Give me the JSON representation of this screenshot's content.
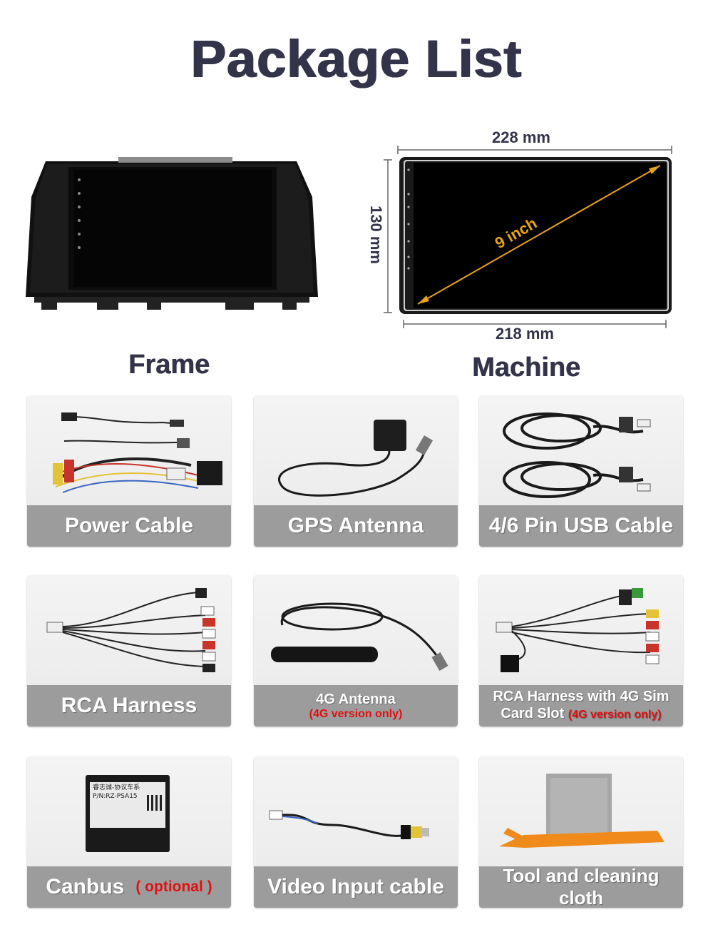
{
  "title": "Package List",
  "hero": {
    "frame_label": "Frame",
    "machine_label": "Machine",
    "dim_top": "228 mm",
    "dim_bottom": "218 mm",
    "dim_side": "130 mm",
    "diagonal": "9 inch",
    "accent_color": "#e8a21a"
  },
  "items": [
    {
      "label": "Power Cable"
    },
    {
      "label": "GPS Antenna"
    },
    {
      "label": "4/6 Pin USB Cable"
    },
    {
      "label": "RCA Harness"
    },
    {
      "label": "4G Antenna",
      "note": "(4G version only)"
    },
    {
      "label_line1": "RCA Harness with 4G Sim",
      "label_line2": "Card Slot",
      "note": "(4G version only)"
    },
    {
      "label": "Canbus",
      "note": "( optional )"
    },
    {
      "label": "Video Input cable"
    },
    {
      "label": "Tool and cleaning cloth"
    }
  ],
  "canbus_box": {
    "line1": "睿志诚-协议车系",
    "line2": "P/N:RZ-PSA15"
  },
  "colors": {
    "title": "#33334a",
    "band": "#9c9c9c",
    "note": "#e01010"
  }
}
